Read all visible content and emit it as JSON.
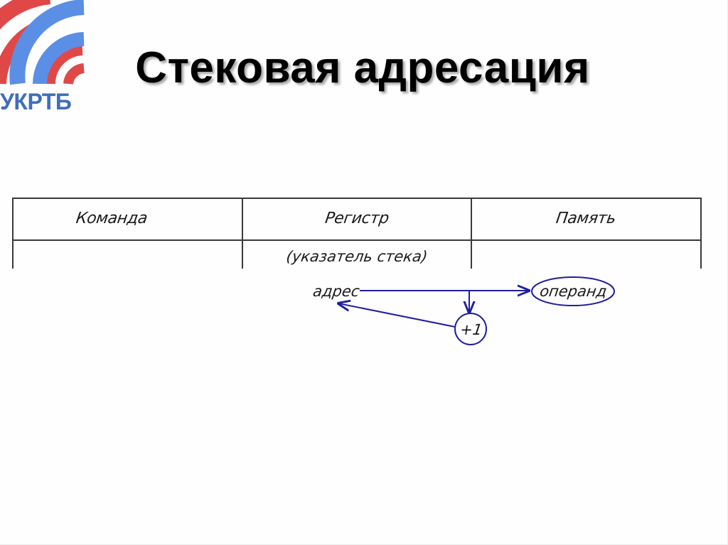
{
  "slide": {
    "title": "Стековая адресация",
    "logo": {
      "text": "УКРТБ",
      "colors": {
        "red": "#e04848",
        "blue": "#5b8fe6",
        "text": "#3f6fb5"
      }
    }
  },
  "table": {
    "columns": [
      {
        "header": "Команда",
        "content": ""
      },
      {
        "header": "Регистр",
        "content": "(указатель стека)"
      },
      {
        "header": "Память",
        "content": ""
      }
    ],
    "line_color": "#3a3a3a"
  },
  "diagram": {
    "color": "#1e1ea0",
    "nodes": {
      "address": "адрес",
      "operand": "операнд",
      "increment": "+1"
    },
    "edges": [
      {
        "from": "адрес",
        "to": "операнд",
        "label": ""
      },
      {
        "from": "адрес",
        "to": "+1",
        "label": ""
      },
      {
        "from": "+1",
        "to": "адрес",
        "label": ""
      }
    ]
  }
}
